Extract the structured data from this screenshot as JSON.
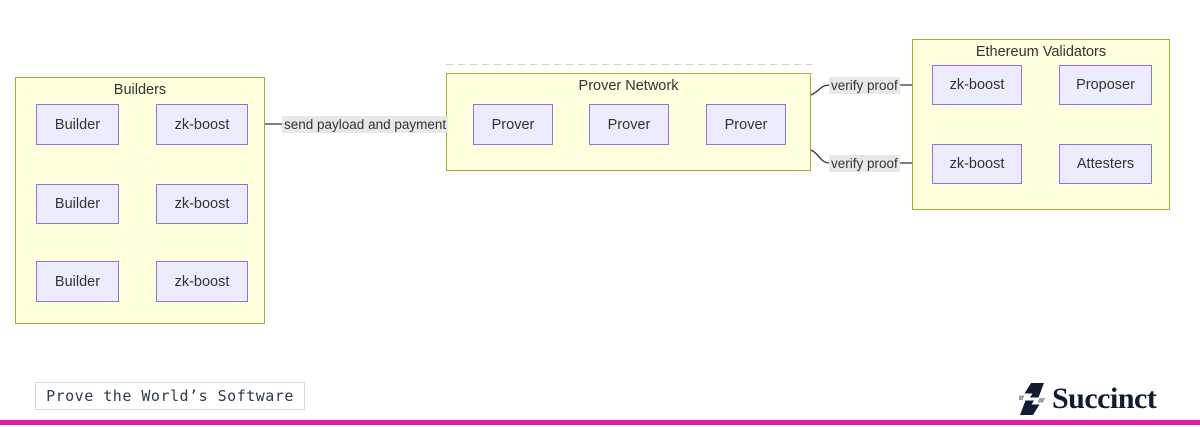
{
  "diagram": {
    "builders": {
      "title": "Builders",
      "rows": [
        {
          "left": "Builder",
          "right": "zk-boost"
        },
        {
          "left": "Builder",
          "right": "zk-boost"
        },
        {
          "left": "Builder",
          "right": "zk-boost"
        }
      ]
    },
    "prover_network": {
      "title": "Prover Network",
      "nodes": [
        "Prover",
        "Prover",
        "Prover"
      ]
    },
    "ethereum_validators": {
      "title": "Ethereum Validators",
      "rows": [
        {
          "left": "zk-boost",
          "right": "Proposer"
        },
        {
          "left": "zk-boost",
          "right": "Attesters"
        }
      ]
    },
    "edges": {
      "send_label": "send payload and payment",
      "verify_top_label": "verify proof",
      "verify_bottom_label": "verify proof"
    },
    "colors": {
      "container_fill": "#ffffde",
      "container_border": "#aaaa33",
      "node_fill": "#ececff",
      "node_border": "#9370db",
      "edge_color": "#333333",
      "edge_label_bg": "#e8e8e8",
      "text": "#333333"
    }
  },
  "footer": {
    "tagline": "Prove the World’s Software",
    "brand": "Succinct",
    "brand_color": "#131b33",
    "accent_bar_color": "#e915a8"
  }
}
